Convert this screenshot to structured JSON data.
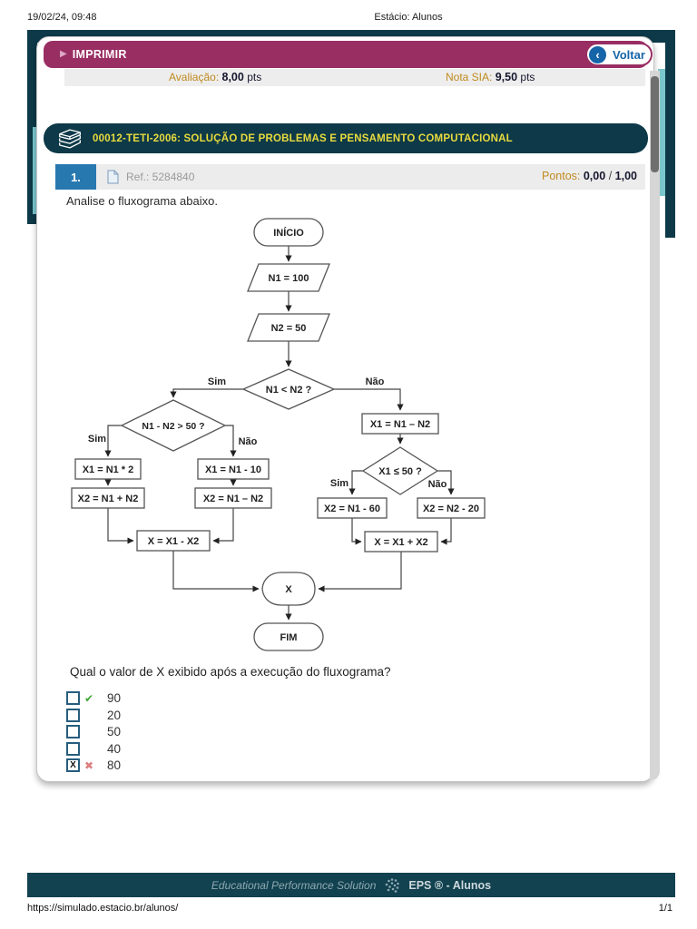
{
  "print_header": {
    "datetime": "19/02/24, 09:48",
    "title": "Estácio: Alunos"
  },
  "toolbar": {
    "print_icon": "▶",
    "print_label": "IMPRIMIR",
    "back_icon": "‹",
    "back_label": "Voltar"
  },
  "scores": {
    "avaliacao_label": "Avaliação:",
    "avaliacao_value": "8,00",
    "avaliacao_unit": "pts",
    "nota_sia_label": "Nota SIA:",
    "nota_sia_value": "9,50",
    "nota_sia_unit": "pts"
  },
  "course": {
    "title": "00012-TETI-2006: SOLUÇÃO DE PROBLEMAS E PENSAMENTO COMPUTACIONAL"
  },
  "question": {
    "number": "1.",
    "ref_label": "Ref.: 5284840",
    "points_label": "Pontos:",
    "points_earned": "0,00",
    "points_separator": "/",
    "points_total": "1,00",
    "prompt_top": "Analise o fluxograma abaixo.",
    "prompt_bottom": "Qual o valor de X exibido após a execução do fluxograma?",
    "options": [
      {
        "label": "90",
        "checked": false,
        "mark": "correct"
      },
      {
        "label": "20",
        "checked": false,
        "mark": ""
      },
      {
        "label": "50",
        "checked": false,
        "mark": ""
      },
      {
        "label": "40",
        "checked": false,
        "mark": ""
      },
      {
        "label": "80",
        "checked": true,
        "mark": "incorrect"
      }
    ]
  },
  "icons": {
    "check": "✔",
    "cross": "✖",
    "box_x": "X"
  },
  "flowchart": {
    "start": "INÍCIO",
    "in1": "N1 = 100",
    "in2": "N2 = 50",
    "d1": "N1 < N2 ?",
    "yes": "Sim",
    "no": "Não",
    "d2": "N1 - N2 > 50 ?",
    "box_x1_mul": "X1 = N1 * 2",
    "box_x2_add": "X2 = N1 + N2",
    "box_x1_sub10": "X1 = N1 - 10",
    "box_x2_sub": "X2 = N1 – N2",
    "left_assign": "X = X1 - X2",
    "right_x1": "X1 = N1 – N2",
    "d3": "X1 ≤ 50 ?",
    "box_x2_n1_60": "X2 = N1 - 60",
    "box_x2_n2_20": "X2 = N2 - 20",
    "right_assign": "X = X1 + X2",
    "output": "X",
    "end": "FIM"
  },
  "footer": {
    "brand_italic": "Educational Performance Solution",
    "brand_bold": "EPS ® - Alunos",
    "url": "https://simulado.estacio.br/alunos/",
    "page": "1/1"
  },
  "colors": {
    "magenta": "#992e63",
    "dark_teal": "#0d3948",
    "cyan_accent": "#79c7cd",
    "title_yellow": "#e8db3e",
    "label_orange": "#bf8a1f",
    "number_blue": "#2878b0",
    "link_blue": "#1565a8",
    "check_green": "#3fa535",
    "cross_red": "#dd7e7e"
  }
}
